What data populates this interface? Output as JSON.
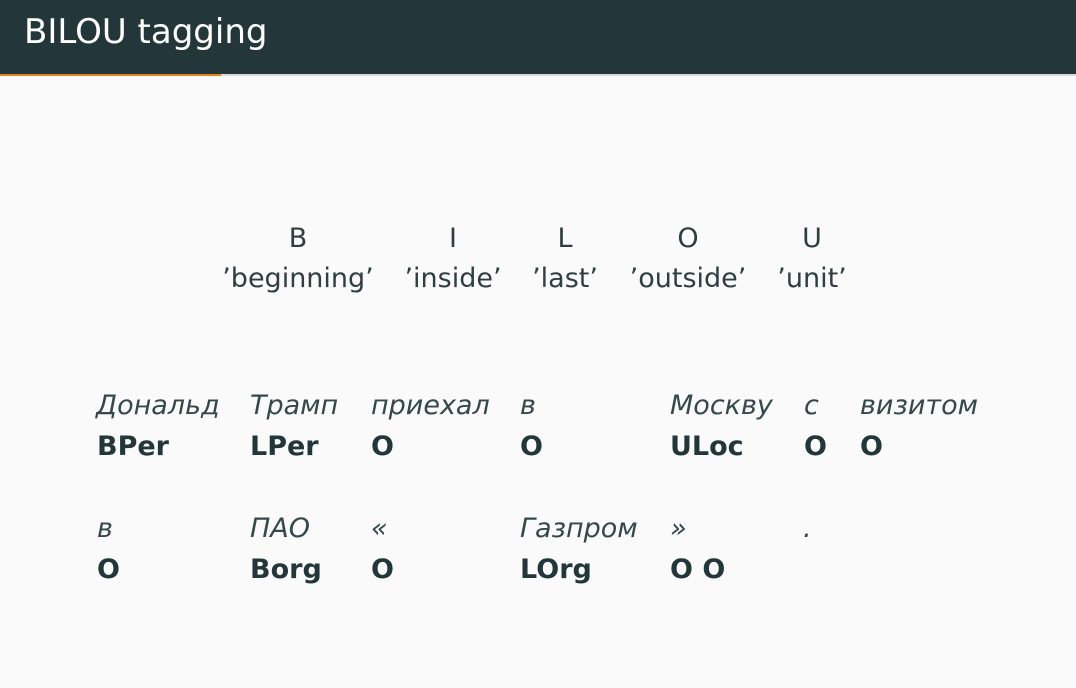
{
  "slide": {
    "title": "BILOU tagging",
    "progress": 0.205
  },
  "scheme": {
    "letters": [
      "B",
      "I",
      "L",
      "O",
      "U"
    ],
    "meanings": [
      "’beginning’",
      "’inside’",
      "’last’",
      "’outside’",
      "’unit’"
    ]
  },
  "example": {
    "row1": {
      "words": [
        "Дональд",
        "Трамп",
        "приехал",
        "в",
        "Москву",
        "с",
        "визитом"
      ],
      "tags": [
        "BPer",
        "LPer",
        "O",
        "O",
        "ULoc",
        "O",
        "O"
      ]
    },
    "row2": {
      "words": [
        "в",
        "ПАО",
        "«",
        "Газпром",
        "»",
        "."
      ],
      "tags": [
        "O",
        "Borg",
        "O",
        "LOrg",
        "O O"
      ]
    }
  }
}
